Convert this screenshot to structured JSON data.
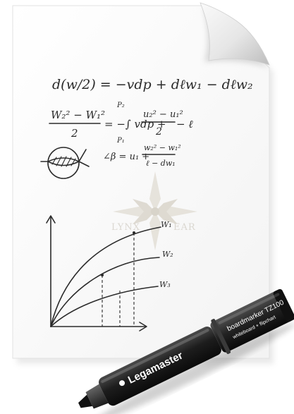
{
  "equations": {
    "eq1": "d(w/2) = −vdp + dℓw₁ − dℓw₂",
    "eq2_num": "W₂² − W₁²",
    "eq2_den": "2",
    "eq2_mid": "= −∫ vdp +",
    "eq2_frac_num": "u₂² − u₁²",
    "eq2_frac_den": "2",
    "eq2_tail": "− ℓ",
    "eq2_upper": "P₂",
    "eq2_lower": "P₁",
    "eq3_lhs": "∠β = u₁ +",
    "eq3_num": "w₂² − w₁²",
    "eq3_den": "ℓ − dw₁"
  },
  "graph": {
    "curve_labels": [
      "W₁",
      "W₂",
      "W₃"
    ]
  },
  "watermark": {
    "left": "LYNX",
    "right": "EAR"
  },
  "marker": {
    "brand": "Legamaster",
    "model": "boardmarker TZ100",
    "use": "whiteboard + flipchart"
  }
}
